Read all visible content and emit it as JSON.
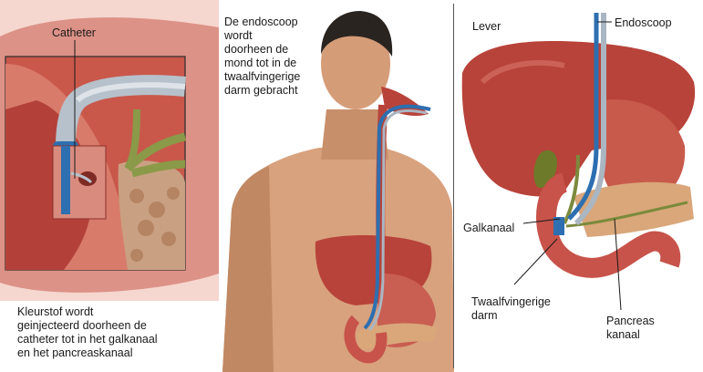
{
  "labels": {
    "catheter": "Catheter",
    "dye_text": "Kleurstof wordt\ngeinjecteerd doorheen de\ncatheter tot in het galkanaal\nen het pancreaskanaal",
    "endoscope_text": "De endoscoop\nwordt\ndoorheen de\nmond tot in de\ntwaalfvingerige\ndarm gebracht",
    "liver": "Lever",
    "endoscope": "Endoscoop",
    "bile_duct": "Galkanaal",
    "duodenum": "Twaalfvingerige\ndarm",
    "pancreatic_duct": "Pancreas\nkanaal"
  },
  "colors": {
    "organ": "#b8433a",
    "organ_light": "#d9776a",
    "skin": "#d8a27e",
    "skin_shadow": "#b9805c",
    "hair": "#2a2420",
    "scope_blue": "#2d6fb0",
    "scope_gray": "#aab6c2",
    "gallbladder": "#6d7a2a",
    "pancreas": "#d9a77a",
    "bile_green": "#7b8a3c"
  }
}
